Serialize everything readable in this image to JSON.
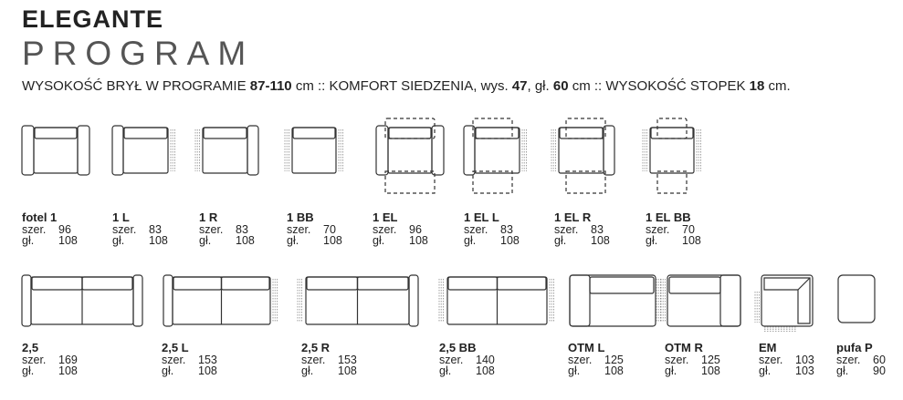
{
  "header": {
    "title": "ELEGANTE",
    "subtitle": "PROGRAM",
    "specs": {
      "part1": "WYSOKOŚĆ BRYŁ W PROGRAMIE ",
      "v1": "87-110",
      "u1": " cm",
      "part2": " :: KOMFORT SIEDZENIA, wys. ",
      "v2": "47",
      "part3": ", gł. ",
      "v3": "60",
      "u3": " cm",
      "part4": " :: WYSOKOŚĆ STOPEK ",
      "v4": "18",
      "u4": " cm."
    }
  },
  "labels": {
    "width": "szer.",
    "depth": "gł."
  },
  "items": [
    {
      "name": "fotel 1",
      "width": "96",
      "depth": "108"
    },
    {
      "name": "1 L",
      "width": "83",
      "depth": "108"
    },
    {
      "name": "1 R",
      "width": "83",
      "depth": "108"
    },
    {
      "name": "1 BB",
      "width": "70",
      "depth": "108"
    },
    {
      "name": "1 EL",
      "width": "96",
      "depth": "108"
    },
    {
      "name": "1 EL L",
      "width": "83",
      "depth": "108"
    },
    {
      "name": "1 EL R",
      "width": "83",
      "depth": "108"
    },
    {
      "name": "1 EL BB",
      "width": "70",
      "depth": "108"
    },
    {
      "name": "2,5",
      "width": "169",
      "depth": "108"
    },
    {
      "name": "2,5 L",
      "width": "153",
      "depth": "108"
    },
    {
      "name": "2,5 R",
      "width": "153",
      "depth": "108"
    },
    {
      "name": "2,5 BB",
      "width": "140",
      "depth": "108"
    },
    {
      "name": "OTM L",
      "width": "125",
      "depth": "108"
    },
    {
      "name": "OTM R",
      "width": "125",
      "depth": "108"
    },
    {
      "name": "EM",
      "width": "103",
      "depth": "103"
    },
    {
      "name": "pufa P",
      "width": "60",
      "depth": "90"
    }
  ]
}
